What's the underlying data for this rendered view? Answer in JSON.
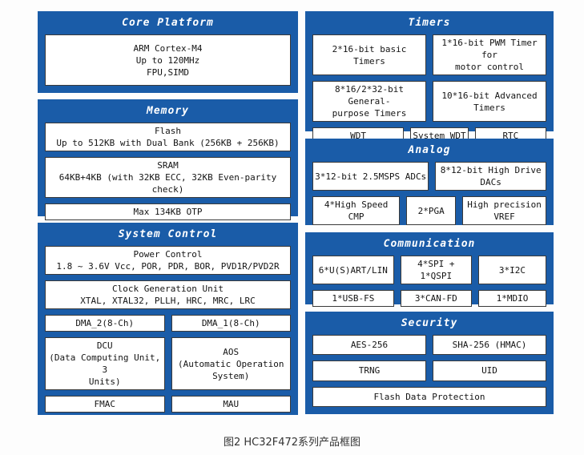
{
  "caption": "图2 HC32F472系列产品框图",
  "colors": {
    "panel_blue": "#1a5ca8",
    "cell_border": "#3a3a3a",
    "cell_bg": "#ffffff",
    "caption_color": "#333333"
  },
  "panels": {
    "core": {
      "title": "Core Platform",
      "rows": [
        {
          "cells": [
            "ARM Cortex-M4\nUp to 120MHz\nFPU,SIMD"
          ]
        }
      ]
    },
    "memory": {
      "title": "Memory",
      "rows": [
        {
          "cells": [
            "Flash\nUp to 512KB with Dual Bank (256KB + 256KB)"
          ]
        },
        {
          "cells": [
            "SRAM\n64KB+4KB (with 32KB ECC, 32KB Even-parity check)"
          ]
        },
        {
          "cells": [
            "Max 134KB OTP"
          ]
        }
      ]
    },
    "system": {
      "title": "System Control",
      "rows": [
        {
          "cells": [
            "Power Control\n1.8 ~ 3.6V Vcc, POR, PDR, BOR, PVD1R/PVD2R"
          ]
        },
        {
          "cells": [
            "Clock Generation Unit\nXTAL, XTAL32, PLLH, HRC, MRC, LRC"
          ]
        },
        {
          "cells": [
            "DMA_2(8-Ch)",
            "DMA_1(8-Ch)"
          ]
        },
        {
          "cells": [
            "DCU\n(Data Computing Unit, 3\nUnits)",
            "AOS\n(Automatic Operation\nSystem)"
          ]
        },
        {
          "cells": [
            "FMAC",
            "MAU"
          ]
        }
      ]
    },
    "timers": {
      "title": "Timers",
      "rows": [
        {
          "cells": [
            "2*16-bit basic Timers",
            "1*16-bit PWM Timer for\nmotor control"
          ]
        },
        {
          "cells": [
            "8*16/2*32-bit General-\npurpose Timers",
            "10*16-bit Advanced\nTimers"
          ]
        },
        {
          "cells": [
            "WDT",
            "System WDT",
            "RTC"
          ]
        }
      ]
    },
    "analog": {
      "title": "Analog",
      "rows": [
        {
          "cells": [
            "3*12-bit 2.5MSPS ADCs",
            "8*12-bit High Drive\nDACs"
          ]
        },
        {
          "cells": [
            "4*High Speed CMP",
            "2*PGA",
            "High precision\nVREF"
          ]
        }
      ]
    },
    "comm": {
      "title": "Communication",
      "rows": [
        {
          "cells": [
            "6*U(S)ART/LIN",
            "4*SPI + 1*QSPI",
            "3*I2C"
          ]
        },
        {
          "cells": [
            "1*USB-FS",
            "3*CAN-FD",
            "1*MDIO"
          ]
        }
      ]
    },
    "security": {
      "title": "Security",
      "rows": [
        {
          "cells": [
            "AES-256",
            "SHA-256 (HMAC)"
          ]
        },
        {
          "cells": [
            "TRNG",
            "UID"
          ]
        },
        {
          "cells": [
            "Flash Data Protection"
          ]
        }
      ]
    }
  }
}
